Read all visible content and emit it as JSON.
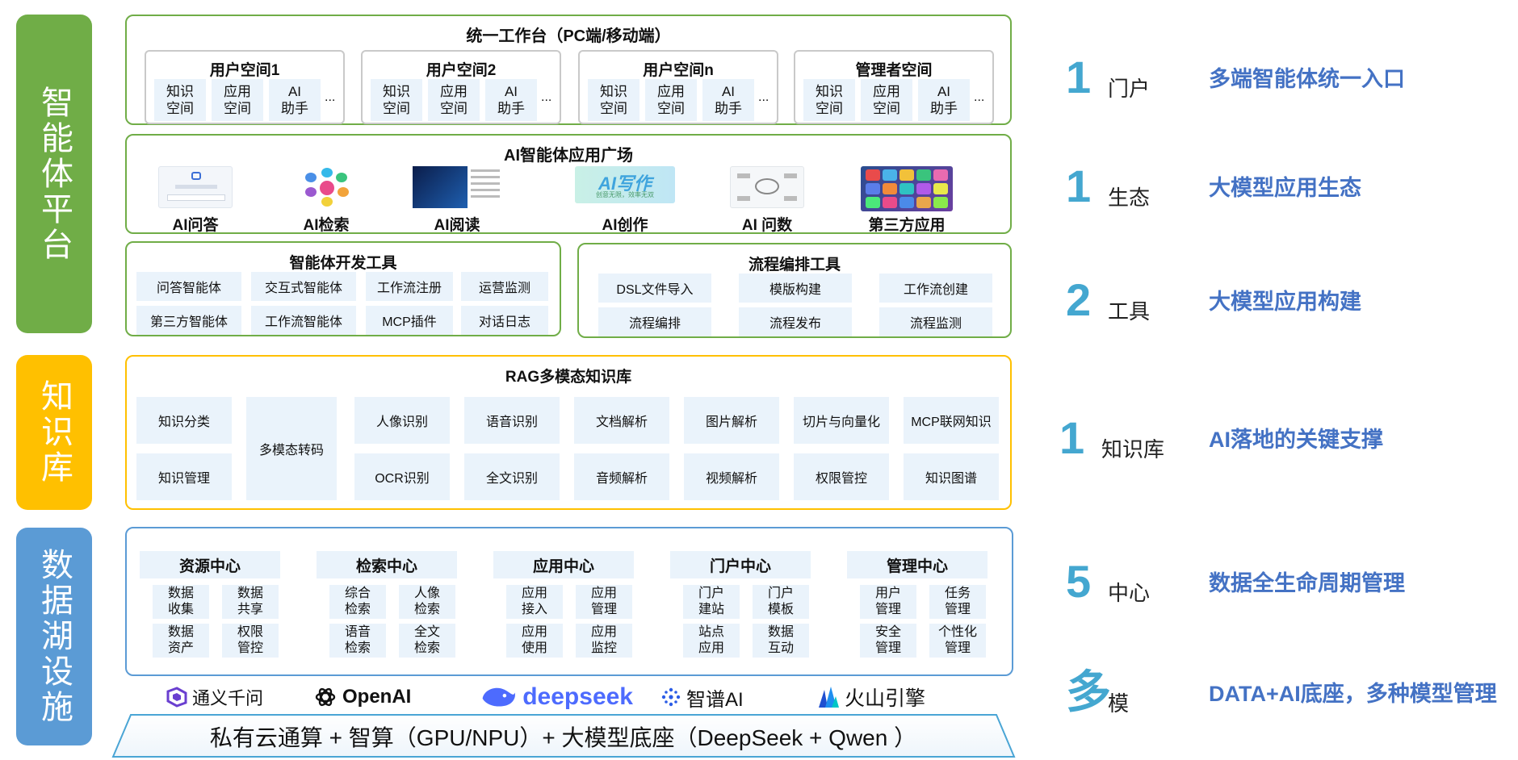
{
  "layers": {
    "agent_platform": "智能体平台",
    "knowledge_base": "知识库",
    "data_lake": "数据湖设施"
  },
  "workbench": {
    "title": "统一工作台（PC端/移动端）",
    "spaces": [
      {
        "title": "用户空间1",
        "cells": [
          "知识\n空间",
          "应用\n空间",
          "AI\n助手"
        ],
        "more": "..."
      },
      {
        "title": "用户空间2",
        "cells": [
          "知识\n空间",
          "应用\n空间",
          "AI\n助手"
        ],
        "more": "..."
      },
      {
        "title": "用户空间n",
        "cells": [
          "知识\n空间",
          "应用\n空间",
          "AI\n助手"
        ],
        "more": "..."
      },
      {
        "title": "管理者空间",
        "cells": [
          "知识\n空间",
          "应用\n空间",
          "AI\n助手"
        ],
        "more": "..."
      }
    ]
  },
  "plaza": {
    "title": "AI智能体应用广场",
    "apps": [
      "AI问答",
      "AI检索",
      "AI阅读",
      "AI创作",
      "AI 问数",
      "第三方应用"
    ],
    "thumb_text": {
      "write": "AI写作",
      "write_sub": "创意无限，效率无双"
    }
  },
  "dev_tools": {
    "title": "智能体开发工具",
    "items": [
      "问答智能体",
      "交互式智能体",
      "工作流注册",
      "运营监测",
      "第三方智能体",
      "工作流智能体",
      "MCP插件",
      "对话日志"
    ]
  },
  "flow_tools": {
    "title": "流程编排工具",
    "items": [
      "DSL文件导入",
      "模版构建",
      "工作流创建",
      "流程编排",
      "流程发布",
      "流程监测"
    ]
  },
  "rag": {
    "title": "RAG多模态知识库",
    "multi": "多模态转码",
    "items": [
      "知识分类",
      "人像识别",
      "语音识别",
      "文档解析",
      "图片解析",
      "切片与向量化",
      "MCP联网知识",
      "知识管理",
      "OCR识别",
      "全文识别",
      "音频解析",
      "视频解析",
      "权限管控",
      "知识图谱"
    ]
  },
  "centers": [
    {
      "title": "资源中心",
      "cells": [
        "数据\n收集",
        "数据\n共享",
        "数据\n资产",
        "权限\n管控"
      ]
    },
    {
      "title": "检索中心",
      "cells": [
        "综合\n检索",
        "人像\n检索",
        "语音\n检索",
        "全文\n检索"
      ]
    },
    {
      "title": "应用中心",
      "cells": [
        "应用\n接入",
        "应用\n管理",
        "应用\n使用",
        "应用\n监控"
      ]
    },
    {
      "title": "门户中心",
      "cells": [
        "门户\n建站",
        "门户\n模板",
        "站点\n应用",
        "数据\n互动"
      ]
    },
    {
      "title": "管理中心",
      "cells": [
        "用户\n管理",
        "任务\n管理",
        "安全\n管理",
        "个性化\n管理"
      ]
    }
  ],
  "models": [
    "通义千问",
    "OpenAI",
    "deepseek",
    "智谱AI",
    "火山引擎"
  ],
  "base": "私有云通算 + 智算（GPU/NPU）+ 大模型底座（DeepSeek + Qwen ）",
  "summary": [
    {
      "num": "1",
      "label": "门户",
      "desc": "多端智能体统一入口"
    },
    {
      "num": "1",
      "label": "生态",
      "desc": "大模型应用生态"
    },
    {
      "num": "2",
      "label": "工具",
      "desc": "大模型应用构建"
    },
    {
      "num": "1",
      "label": "知识库",
      "desc": "AI落地的关键支撑"
    },
    {
      "num": "5",
      "label": "中心",
      "desc": "数据全生命周期管理"
    },
    {
      "num": "多",
      "label": "模",
      "desc": "DATA+AI底座，多种模型管理"
    }
  ],
  "colors": {
    "green": "#70ad47",
    "yellow": "#ffc000",
    "blue": "#5b9bd5",
    "teal": "#44a7d0",
    "desc": "#4472c4",
    "cell": "#eaf3fb"
  }
}
